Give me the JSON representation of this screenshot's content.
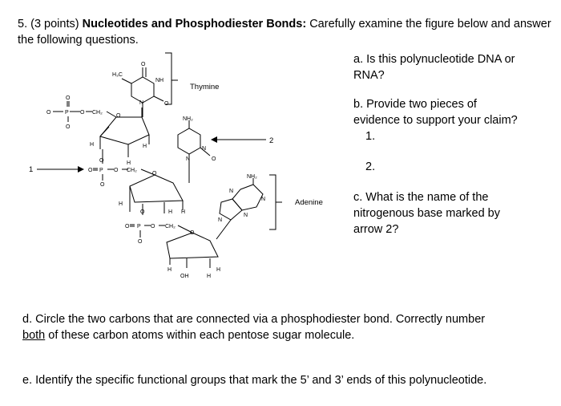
{
  "question": {
    "number": "5. (3 points)",
    "title": "Nucleotides and Phosphodiester Bonds:",
    "intro_rest": "Carefully examine the figure below and answer",
    "intro_line2": "the following questions."
  },
  "parts": {
    "a": [
      "a.  Is this polynucleotide DNA or",
      "RNA?"
    ],
    "b": [
      "b.  Provide two pieces of",
      "evidence to support your claim?",
      "1.",
      "2."
    ],
    "c": [
      "c.  What is the name of the",
      "nitrogenous base marked by",
      "arrow 2?"
    ],
    "d_line1": "d.  Circle the two carbons that are connected via a phosphodiester bond.  Correctly number",
    "d_line2_under": "both",
    "d_line2_rest": " of these carbon atoms within each pentose sugar molecule.",
    "e": "e.  Identify the specific functional groups that mark the 5’ and 3’ ends of this polynucleotide."
  },
  "figure": {
    "label_thymine": "Thymine",
    "label_adenine": "Adenine",
    "arrow1_label": "1",
    "arrow2_label": "2",
    "atoms": {
      "h3c": "H₃C",
      "nh": "NH",
      "o": "O",
      "n": "N",
      "nh2": "NH₂",
      "ch2": "CH₂",
      "p": "P",
      "h": "H",
      "oh": "OH"
    }
  }
}
